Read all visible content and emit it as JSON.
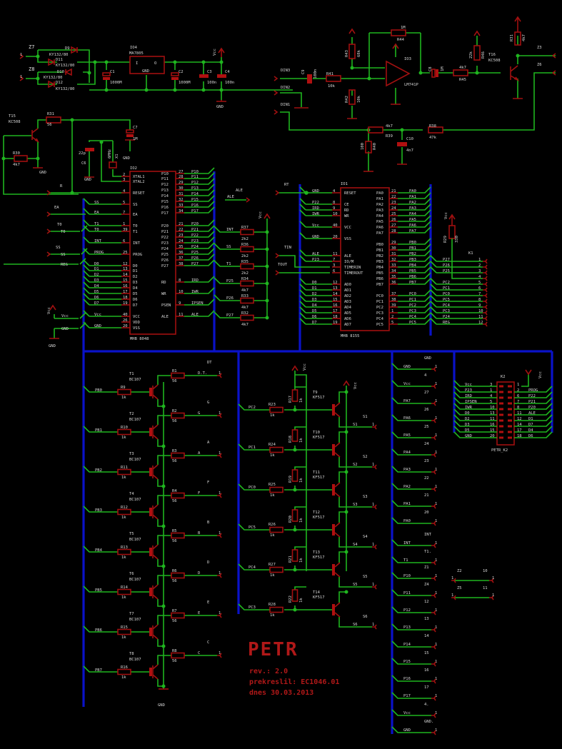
{
  "title_block": {
    "title": "PETR",
    "rev": "rev.: 2.0",
    "redrawn_by": "prekreslil: EC1046.01",
    "date": "dnes 30.03.2013"
  },
  "power_supply": {
    "inputs": [
      "Z7",
      "Z8"
    ],
    "diodes": [
      {
        "ref": "D9",
        "value": "KY132/80"
      },
      {
        "ref": "D11",
        "value": "KY132/80"
      },
      {
        "ref": "D10",
        "value": "KY132/80"
      },
      {
        "ref": "D12",
        "value": "KY132/80"
      }
    ],
    "regulator": {
      "ref": "IO4",
      "value": "MA7805",
      "pin_in": "I",
      "pin_out": "O",
      "pin_gnd": "GND"
    },
    "caps": [
      {
        "ref": "C1",
        "value": "1000M"
      },
      {
        "ref": "C2",
        "value": "1000M"
      },
      {
        "ref": "C3",
        "value": "100n"
      },
      {
        "ref": "C4",
        "value": "100n"
      }
    ],
    "vcc": "Vcc",
    "gnd": "GND"
  },
  "amplifier": {
    "inputs": [
      "DIN3",
      "DIN2",
      "DIN1"
    ],
    "c9": {
      "ref": "C9",
      "value": "100n"
    },
    "r41": {
      "ref": "R41",
      "value": "10k"
    },
    "r43": {
      "ref": "R43",
      "value": "68k"
    },
    "r42": {
      "ref": "R42",
      "value": "10k"
    },
    "r44": {
      "ref": "R44",
      "value": "1M"
    },
    "opamp": {
      "ref": "IO3",
      "value": "LM741P"
    },
    "c8": {
      "ref": "C8",
      "value": "1M"
    },
    "r45": {
      "ref": "R45",
      "value": "4k7"
    },
    "r46": {
      "ref": "R46",
      "value": "22k"
    },
    "t16": {
      "ref": "T16",
      "value": "KC508"
    },
    "r31b": {
      "ref": "R31",
      "value": "4k7"
    },
    "outputs": [
      "Z3",
      "Z6"
    ],
    "r39": {
      "ref": "R39",
      "value": "4k7"
    },
    "r38": {
      "ref": "R38",
      "value": "47k"
    },
    "r40": {
      "ref": "R40",
      "value": "100"
    },
    "c10": {
      "ref": "C10",
      "value": "4n7"
    }
  },
  "reset": {
    "t15": {
      "ref": "T15",
      "value": "KC508"
    },
    "r31": {
      "ref": "R31",
      "value": "56"
    },
    "r30": {
      "ref": "R30",
      "value": "4k7"
    },
    "c7": {
      "ref": "C7",
      "value": "1M"
    },
    "c6": {
      "ref": "C6",
      "value": "22p"
    },
    "x1": {
      "ref": "X1",
      "value": "6MHz"
    },
    "r_label": "R"
  },
  "io2": {
    "ref": "IO2",
    "value": "MHB 8048",
    "left_pins": [
      {
        "num": "2",
        "name": "XTAL1",
        "net": ""
      },
      {
        "num": "3",
        "name": "XTAL2",
        "net": ""
      },
      {
        "num": "4",
        "name": "RESET",
        "net": ""
      },
      {
        "num": "5",
        "name": "SS",
        "net": "SS"
      },
      {
        "num": "7",
        "name": "EA",
        "net": "EA"
      },
      {
        "num": "1",
        "name": "T0",
        "net": "T1"
      },
      {
        "num": "39",
        "name": "T1",
        "net": "T0"
      },
      {
        "num": "6",
        "name": "INT",
        "net": "INT"
      },
      {
        "num": "25",
        "name": "PROG",
        "net": "PROG"
      },
      {
        "num": "12",
        "name": "D0",
        "net": "D0"
      },
      {
        "num": "13",
        "name": "D1",
        "net": "D1"
      },
      {
        "num": "14",
        "name": "D2",
        "net": "D2"
      },
      {
        "num": "15",
        "name": "D3",
        "net": "D3"
      },
      {
        "num": "16",
        "name": "D4",
        "net": "D4"
      },
      {
        "num": "17",
        "name": "D5",
        "net": "D5"
      },
      {
        "num": "18",
        "name": "D6",
        "net": "D6"
      },
      {
        "num": "19",
        "name": "D7",
        "net": "D7"
      },
      {
        "num": "40",
        "name": "VCC",
        "net": "Vcc"
      },
      {
        "num": "26",
        "name": "VDD",
        "net": ""
      },
      {
        "num": "20",
        "name": "VSS",
        "net": "GND"
      }
    ],
    "right_pins": [
      {
        "num": "27",
        "name": "P10",
        "net": "P10"
      },
      {
        "num": "28",
        "name": "P11",
        "net": "P11"
      },
      {
        "num": "29",
        "name": "P12",
        "net": "P12"
      },
      {
        "num": "30",
        "name": "P13",
        "net": "P13"
      },
      {
        "num": "31",
        "name": "P14",
        "net": "P14"
      },
      {
        "num": "32",
        "name": "P15",
        "net": "P15"
      },
      {
        "num": "33",
        "name": "P16",
        "net": "P16"
      },
      {
        "num": "34",
        "name": "P17",
        "net": "P17"
      },
      {
        "num": "21",
        "name": "P20",
        "net": "P20"
      },
      {
        "num": "22",
        "name": "P21",
        "net": "P21"
      },
      {
        "num": "23",
        "name": "P22",
        "net": "P22"
      },
      {
        "num": "24",
        "name": "P23",
        "net": "P23"
      },
      {
        "num": "35",
        "name": "P24",
        "net": "P24"
      },
      {
        "num": "36",
        "name": "P25",
        "net": "P25"
      },
      {
        "num": "37",
        "name": "P26",
        "net": "P26"
      },
      {
        "num": "38",
        "name": "P27",
        "net": "P27"
      },
      {
        "num": "8",
        "name": "RD",
        "net": "IRD"
      },
      {
        "num": "10",
        "name": "WR",
        "net": "IWR"
      },
      {
        "num": "9",
        "name": "PSEN",
        "net": "IPSEN"
      },
      {
        "num": "11",
        "name": "ALE",
        "net": "ALE"
      }
    ],
    "ext_labels": {
      "ea": "EA",
      "t0": "T0",
      "ss": "SS",
      "reg": "REG",
      "vcc": "Vcc",
      "gnd": "GND",
      "ale": "ALE"
    }
  },
  "pullups": {
    "vcc": "Vcc",
    "items": [
      {
        "net": "INT",
        "ref": "R37",
        "value": "2k2"
      },
      {
        "net": "SS",
        "ref": "R36",
        "value": "2k2"
      },
      {
        "net": "T1",
        "ref": "R35",
        "value": "2k2"
      },
      {
        "net": "P25",
        "ref": "R34",
        "value": "4k7"
      },
      {
        "net": "P26",
        "ref": "R33",
        "value": "4k7"
      },
      {
        "net": "P27",
        "ref": "R32",
        "value": "4k7"
      }
    ]
  },
  "io1": {
    "ref": "IO1",
    "value": "MHB 8155",
    "rt_label": "RT",
    "tin_label": "TIN",
    "tout_label": "TOUT",
    "left_pins": [
      {
        "num": "4",
        "name": "RESET",
        "net": "GND"
      },
      {
        "num": "8",
        "name": "CE",
        "net": "P22"
      },
      {
        "num": "9",
        "name": "RD",
        "net": "IRD"
      },
      {
        "num": "10",
        "name": "WR",
        "net": "IWR"
      },
      {
        "num": "40",
        "name": "VCC",
        "net": "Vcc"
      },
      {
        "num": "20",
        "name": "VSS",
        "net": "GND"
      },
      {
        "num": "11",
        "name": "ALE",
        "net": "ALE"
      },
      {
        "num": "7",
        "name": "IO/M",
        "net": "P23"
      },
      {
        "num": "3",
        "name": "TIMERIN",
        "net": ""
      },
      {
        "num": "6",
        "name": "TIMEROUT",
        "net": ""
      },
      {
        "num": "12",
        "name": "AD0",
        "net": "D0"
      },
      {
        "num": "13",
        "name": "AD1",
        "net": "D1"
      },
      {
        "num": "14",
        "name": "AD2",
        "net": "D2"
      },
      {
        "num": "15",
        "name": "AD3",
        "net": "D3"
      },
      {
        "num": "16",
        "name": "AD4",
        "net": "D4"
      },
      {
        "num": "17",
        "name": "AD5",
        "net": "D5"
      },
      {
        "num": "18",
        "name": "AD6",
        "net": "D6"
      },
      {
        "num": "19",
        "name": "AD7",
        "net": "D7"
      }
    ],
    "right_pins": [
      {
        "num": "21",
        "name": "PA0",
        "net": "PA0"
      },
      {
        "num": "22",
        "name": "PA1",
        "net": "PA1"
      },
      {
        "num": "23",
        "name": "PA2",
        "net": "PA2"
      },
      {
        "num": "24",
        "name": "PA3",
        "net": "PA3"
      },
      {
        "num": "25",
        "name": "PA4",
        "net": "PA4"
      },
      {
        "num": "26",
        "name": "PA5",
        "net": "PA5"
      },
      {
        "num": "27",
        "name": "PA6",
        "net": "PA6"
      },
      {
        "num": "28",
        "name": "PA7",
        "net": "PA7"
      },
      {
        "num": "29",
        "name": "PB0",
        "net": "PB0"
      },
      {
        "num": "30",
        "name": "PB1",
        "net": "PB1"
      },
      {
        "num": "31",
        "name": "PB2",
        "net": "PB2"
      },
      {
        "num": "32",
        "name": "PB3",
        "net": "PB3"
      },
      {
        "num": "33",
        "name": "PB4",
        "net": "PB4"
      },
      {
        "num": "34",
        "name": "PB5",
        "net": "PB5"
      },
      {
        "num": "35",
        "name": "PB6",
        "net": "PB6"
      },
      {
        "num": "36",
        "name": "PB7",
        "net": "PB7"
      },
      {
        "num": "37",
        "name": "PC0",
        "net": "PC0"
      },
      {
        "num": "38",
        "name": "PC1",
        "net": "PC1"
      },
      {
        "num": "39",
        "name": "PC2",
        "net": "PC2"
      },
      {
        "num": "1",
        "name": "PC3",
        "net": "PC3"
      },
      {
        "num": "2",
        "name": "PC4",
        "net": "PC4"
      },
      {
        "num": "5",
        "name": "PC5",
        "net": "PC5"
      }
    ]
  },
  "k1": {
    "ref": "K1",
    "r29": {
      "ref": "R29",
      "value": "330"
    },
    "vcc": "Vcc",
    "pins": [
      {
        "net": "P27",
        "num": "1"
      },
      {
        "net": "P26",
        "num": "2"
      },
      {
        "net": "P25",
        "num": "3"
      },
      {
        "net": "",
        "num": "4"
      },
      {
        "net": "PC2",
        "num": "5"
      },
      {
        "net": "PC1",
        "num": "6"
      },
      {
        "net": "PC0",
        "num": "7"
      },
      {
        "net": "PC5",
        "num": "8"
      },
      {
        "net": "PC4",
        "num": "9"
      },
      {
        "net": "PC3",
        "num": "10"
      },
      {
        "net": "P24",
        "num": "11"
      },
      {
        "net": "REG",
        "num": "12"
      }
    ]
  },
  "segment_drivers": {
    "gnd": "GND",
    "items": [
      {
        "in": "PB0",
        "rb": "R9",
        "rb_val": "1k",
        "t": "T1",
        "t_val": "BC107",
        "rc": "R1",
        "rc_val": "56",
        "out": "D.T.",
        "pad": "DT"
      },
      {
        "in": "PB1",
        "rb": "R10",
        "rb_val": "1k",
        "t": "T2",
        "t_val": "BC107",
        "rc": "R2",
        "rc_val": "56",
        "out": "G",
        "pad": "G"
      },
      {
        "in": "PB2",
        "rb": "R11",
        "rb_val": "1k",
        "t": "T3",
        "t_val": "BC107",
        "rc": "R3",
        "rc_val": "56",
        "out": "A",
        "pad": "A"
      },
      {
        "in": "PB3",
        "rb": "R12",
        "rb_val": "1k",
        "t": "T4",
        "t_val": "BC107",
        "rc": "R4",
        "rc_val": "56",
        "out": "F",
        "pad": "F"
      },
      {
        "in": "PB4",
        "rb": "R13",
        "rb_val": "1k",
        "t": "T5",
        "t_val": "BC107",
        "rc": "R5",
        "rc_val": "56",
        "out": "B",
        "pad": "B"
      },
      {
        "in": "PB5",
        "rb": "R14",
        "rb_val": "1k",
        "t": "T6",
        "t_val": "BC107",
        "rc": "R6",
        "rc_val": "56",
        "out": "D",
        "pad": "D"
      },
      {
        "in": "PB6",
        "rb": "R15",
        "rb_val": "1k",
        "t": "T7",
        "t_val": "BC107",
        "rc": "R7",
        "rc_val": "56",
        "out": "E",
        "pad": "E"
      },
      {
        "in": "PB7",
        "rb": "R16",
        "rb_val": "1k",
        "t": "T8",
        "t_val": "BC107",
        "rc": "R8",
        "rc_val": "56",
        "out": "C",
        "pad": "C"
      }
    ]
  },
  "digit_drivers": {
    "vcc": "Vcc",
    "items": [
      {
        "in": "PC2",
        "rb": "R23",
        "rb_val": "1k",
        "rp": "R17",
        "rp_val": "1k",
        "t": "T9",
        "t_val": "KF517",
        "out": "S1",
        "pad": "S1"
      },
      {
        "in": "PC1",
        "rb": "R24",
        "rb_val": "1k",
        "rp": "R18",
        "rp_val": "1k",
        "t": "T10",
        "t_val": "KF517",
        "out": "S2",
        "pad": "S2"
      },
      {
        "in": "PC0",
        "rb": "R25",
        "rb_val": "1k",
        "rp": "R19",
        "rp_val": "1k",
        "t": "T11",
        "t_val": "KF517",
        "out": "S3",
        "pad": "S3"
      },
      {
        "in": "PC5",
        "rb": "R26",
        "rb_val": "1k",
        "rp": "R20",
        "rp_val": "1k",
        "t": "T12",
        "t_val": "KF517",
        "out": "S4",
        "pad": "S4"
      },
      {
        "in": "PC4",
        "rb": "R27",
        "rb_val": "1k",
        "rp": "R21",
        "rp_val": "1k",
        "t": "T13",
        "t_val": "KF517",
        "out": "S5",
        "pad": "S5"
      },
      {
        "in": "PC3",
        "rb": "R28",
        "rb_val": "1k",
        "rp": "R22",
        "rp_val": "1k",
        "t": "T14",
        "t_val": "KF517",
        "out": "S6",
        "pad": "S6"
      }
    ]
  },
  "edge_pads": [
    {
      "net": "GND",
      "pad": "GND"
    },
    {
      "net": "Vcc",
      "pad": "4"
    },
    {
      "net": "PA7",
      "pad": "27"
    },
    {
      "net": "PA6",
      "pad": "26"
    },
    {
      "net": "PA5",
      "pad": "25"
    },
    {
      "net": "PA4",
      "pad": "24"
    },
    {
      "net": "PA3",
      "pad": "23"
    },
    {
      "net": "PA2",
      "pad": "22"
    },
    {
      "net": "PA1",
      "pad": "21"
    },
    {
      "net": "PA0",
      "pad": "20"
    },
    {
      "net": "INT",
      "pad": "INT"
    },
    {
      "net": "T1",
      "pad": "T1."
    },
    {
      "net": "P10",
      "pad": "Z1"
    },
    {
      "net": "P11",
      "pad": "Z4"
    },
    {
      "net": "P12",
      "pad": "12"
    },
    {
      "net": "P13",
      "pad": "13"
    },
    {
      "net": "P14",
      "pad": "14"
    },
    {
      "net": "P15",
      "pad": "15"
    },
    {
      "net": "P16",
      "pad": "16"
    },
    {
      "net": "P17",
      "pad": "17"
    },
    {
      "net": "Vcc",
      "pad": "4."
    },
    {
      "net": "GND",
      "pad": "GND."
    }
  ],
  "jumpers": [
    {
      "a": "Z2",
      "b": "10"
    },
    {
      "a": "Z5",
      "b": "11"
    }
  ],
  "k2": {
    "ref": "K2",
    "value": "PETR_K2",
    "vcc_label": "Vcc",
    "left": [
      {
        "net": "Vcc",
        "num": "3"
      },
      {
        "net": "P23",
        "num": "1"
      },
      {
        "net": "IRD",
        "num": "4"
      },
      {
        "net": "IPSEN",
        "num": "5"
      },
      {
        "net": "IWR",
        "num": "10"
      },
      {
        "net": "D0",
        "num": "13"
      },
      {
        "net": "D2",
        "num": "11"
      },
      {
        "net": "D3",
        "num": "16"
      },
      {
        "net": "D5",
        "num": "15"
      },
      {
        "net": "GND",
        "num": "20"
      }
    ],
    "right": [
      {
        "net": "",
        "num": "1"
      },
      {
        "net": "PROG",
        "num": "2"
      },
      {
        "net": "P22",
        "num": "6"
      },
      {
        "net": "P21",
        "num": "7"
      },
      {
        "net": "P20",
        "num": "8"
      },
      {
        "net": "ALE",
        "num": "11"
      },
      {
        "net": "D1",
        "num": "12"
      },
      {
        "net": "D7",
        "num": "14"
      },
      {
        "net": "D4",
        "num": "17"
      },
      {
        "net": "D6",
        "num": "18"
      }
    ]
  }
}
